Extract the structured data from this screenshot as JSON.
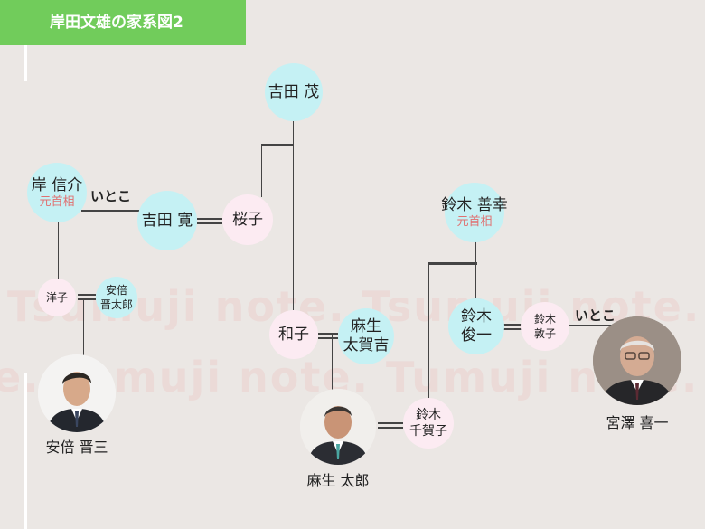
{
  "header": {
    "title": "岸田文雄の家系図2"
  },
  "watermark": {
    "line1": "Tsumuji note. Tsumuji note. Tsumuji note. Tu",
    "line2": "e. Tumuji note. Tumuji note."
  },
  "nodes": {
    "yoshida_shigeru": {
      "name": "吉田 茂"
    },
    "kishi": {
      "name": "岸 信介",
      "role": "元首相"
    },
    "yoshida_hiroshi": {
      "name": "吉田 寛"
    },
    "sakurako": {
      "name": "桜子"
    },
    "yoko": {
      "name": "洋子"
    },
    "abe_shintaro": {
      "line1": "安倍",
      "line2": "晋太郎"
    },
    "kazuko": {
      "name": "和子"
    },
    "aso_takakichi": {
      "line1": "麻生",
      "line2": "太賀吉"
    },
    "suzuki_zenko": {
      "name": "鈴木 善幸",
      "role": "元首相"
    },
    "suzuki_shunichi": {
      "line1": "鈴木",
      "line2": "俊一"
    },
    "suzuki_atsuko": {
      "line1": "鈴木",
      "line2": "敦子"
    },
    "suzuki_chikako": {
      "line1": "鈴木",
      "line2": "千賀子"
    }
  },
  "labels": {
    "cousin1": "いとこ",
    "cousin2": "いとこ"
  },
  "photos": {
    "abe": {
      "caption": "安倍 晋三"
    },
    "aso": {
      "caption": "麻生 太郎"
    },
    "miyazawa": {
      "caption": "宮澤 喜一"
    }
  },
  "colors": {
    "header": "#71cc5b",
    "bubble_blue": "#c5f1f4",
    "bubble_pink": "#fcebf2",
    "role": "#e07070",
    "background": "#ebe7e4"
  }
}
